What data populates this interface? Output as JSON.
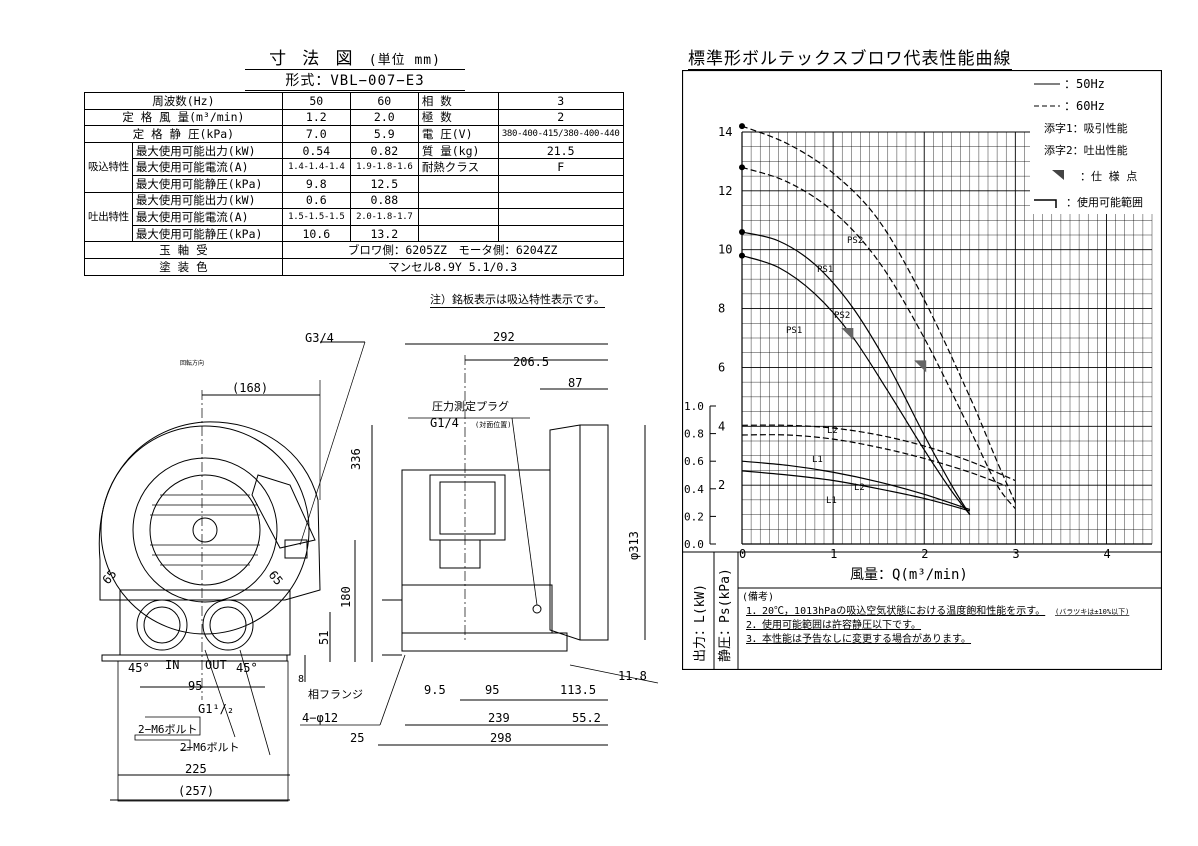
{
  "left": {
    "title": "寸 法 図",
    "title_unit": "(単位 mm)",
    "model": "形式：VBL−007−E3",
    "table": {
      "rows": [
        [
          "周波数(Hz)",
          "50",
          "60",
          "相 数",
          "3"
        ],
        [
          "定 格 風 量(m³/min)",
          "1.2",
          "2.0",
          "極 数",
          "2"
        ],
        [
          "定 格 静 圧(kPa)",
          "7.0",
          "5.9",
          "電 圧(V)",
          "380-400-415/380-400-440"
        ],
        [
          "最大使用可能出力(kW)",
          "0.54",
          "0.82",
          "質 量(kg)",
          "21.5"
        ],
        [
          "最大使用可能電流(A)",
          "1.4-1.4-1.4",
          "1.9-1.8-1.6",
          "耐熱クラス",
          "F"
        ],
        [
          "最大使用可能静圧(kPa)",
          "9.8",
          "12.5",
          "",
          ""
        ],
        [
          "最大使用可能出力(kW)",
          "0.6",
          "0.88",
          "",
          ""
        ],
        [
          "最大使用可能電流(A)",
          "1.5-1.5-1.5",
          "2.0-1.8-1.7",
          "",
          ""
        ],
        [
          "最大使用可能静圧(kPa)",
          "10.6",
          "13.2",
          "",
          ""
        ]
      ],
      "group1": "吸込特性",
      "group2": "吐出特性",
      "bearing_label": "玉 軸 受",
      "bearing_value": "ブロワ側：6205ZZ　モータ側：6204ZZ",
      "paint_label": "塗 装 色",
      "paint_value": "マンセル8.9Y 5.1/0.3"
    },
    "note": "注）銘板表示は吸込特性表示です。",
    "dims": {
      "g34": "G3/4",
      "rot": "回転方向",
      "d168": "(168)",
      "d336": "336",
      "d180": "180",
      "d51": "51",
      "d65a": "65",
      "d65b": "65",
      "a45a": "45°",
      "a45b": "45°",
      "in": "IN",
      "out": "OUT",
      "d95a": "95",
      "g12": "G1¹/₂",
      "m6a": "2−M6ボルト",
      "m6b": "2−M6ボルト",
      "d225": "225",
      "d257": "(257)",
      "d8": "8",
      "d292": "292",
      "d2065": "206.5",
      "d87": "87",
      "plug1": "圧力測定プラグ",
      "plug2": "G1/4",
      "plug3": "(対面位置)",
      "d313": "φ313",
      "d118": "11.8",
      "flange": "相フランジ",
      "d95b": "9.5",
      "d95c": "95",
      "d1135": "113.5",
      "d4phi12": "4−φ12",
      "d239": "239",
      "d552": "55.2",
      "d25": "25",
      "d298": "298"
    }
  },
  "right": {
    "title": "標準形ボルテックスブロワ代表性能曲線",
    "legend": {
      "hz50": "：50Hz",
      "hz60": "：60Hz",
      "sub1": "添字1：吸引性能",
      "sub2": "添字2：吐出性能",
      "spec": "：仕 様 点",
      "range": "：使用可能範囲"
    },
    "ylabel_l": "出力：L(kW)",
    "ylabel_ps": "静圧：Ps(kPa)",
    "xlabel": "風量：Q(m³/min)",
    "curve_labels": {
      "ps2_60": "PS2",
      "ps1_60": "PS1",
      "ps2_50": "PS2",
      "ps1_50": "PS1",
      "l2_60": "L2",
      "l1_60": "L1",
      "l2_50": "L2",
      "l1_50": "L1"
    },
    "remarks": {
      "head": "(備考)",
      "r1": "1．20℃，1013hPaの吸込空気状態における温度飽和性能を示す。",
      "r1b": "(バラツキは±10%以下)",
      "r2": "2．使用可能範囲は許容静圧以下です。",
      "r3": "3．本性能は予告なしに変更する場合があります。"
    }
  },
  "chart_data": {
    "type": "line",
    "title": "標準形ボルテックスブロワ代表性能曲線",
    "xlabel": "風量：Q(m³/min)",
    "ylabel": "静圧：Ps(kPa) / 出力：L(kW)",
    "xlim": [
      0,
      4.5
    ],
    "ylim_ps": [
      0,
      14
    ],
    "ylim_l": [
      0,
      1.0
    ],
    "x_ticks": [
      0,
      1,
      2,
      3,
      4
    ],
    "ps_ticks": [
      2,
      4,
      6,
      8,
      10,
      12,
      14
    ],
    "l_ticks": [
      0,
      0.2,
      0.4,
      0.6,
      0.8,
      1.0
    ],
    "series": [
      {
        "name": "PS2",
        "hz": "60Hz",
        "axis": "ps",
        "style": "dashed",
        "x": [
          0,
          0.5,
          1.0,
          1.5,
          2.0,
          2.5,
          2.8,
          3.0
        ],
        "y": [
          14.2,
          13.6,
          12.6,
          11.0,
          8.3,
          5.0,
          2.8,
          1.4
        ]
      },
      {
        "name": "PS1",
        "hz": "60Hz",
        "axis": "ps",
        "style": "dashed",
        "x": [
          0,
          0.5,
          1.0,
          1.5,
          2.0,
          2.5,
          2.8,
          3.0
        ],
        "y": [
          12.8,
          12.3,
          11.3,
          9.6,
          7.0,
          3.9,
          2.0,
          1.2
        ]
      },
      {
        "name": "PS2",
        "hz": "50Hz",
        "axis": "ps",
        "style": "solid",
        "x": [
          0,
          0.4,
          0.8,
          1.2,
          1.6,
          2.0,
          2.3,
          2.5
        ],
        "y": [
          10.6,
          10.3,
          9.5,
          8.1,
          6.1,
          3.7,
          2.0,
          1.0
        ]
      },
      {
        "name": "PS1",
        "hz": "50Hz",
        "axis": "ps",
        "style": "solid",
        "x": [
          0,
          0.4,
          0.8,
          1.2,
          1.6,
          2.0,
          2.3,
          2.5
        ],
        "y": [
          9.8,
          9.4,
          8.5,
          7.1,
          5.2,
          3.2,
          1.8,
          1.0
        ]
      },
      {
        "name": "L2",
        "hz": "60Hz",
        "axis": "l",
        "style": "dashed",
        "x": [
          0,
          0.5,
          1.0,
          1.5,
          2.0,
          2.5,
          3.0
        ],
        "y": [
          0.86,
          0.86,
          0.84,
          0.79,
          0.71,
          0.6,
          0.46
        ]
      },
      {
        "name": "L1",
        "hz": "60Hz",
        "axis": "l",
        "style": "dashed",
        "x": [
          0,
          0.5,
          1.0,
          1.5,
          2.0,
          2.5,
          2.9
        ],
        "y": [
          0.79,
          0.79,
          0.76,
          0.7,
          0.62,
          0.52,
          0.42
        ]
      },
      {
        "name": "L2",
        "hz": "50Hz",
        "axis": "l",
        "style": "solid",
        "x": [
          0,
          0.5,
          1.0,
          1.5,
          2.0,
          2.5
        ],
        "y": [
          0.6,
          0.57,
          0.52,
          0.45,
          0.36,
          0.25
        ]
      },
      {
        "name": "L1",
        "hz": "50Hz",
        "axis": "l",
        "style": "solid",
        "x": [
          0,
          0.5,
          1.0,
          1.5,
          2.0,
          2.5
        ],
        "y": [
          0.53,
          0.5,
          0.46,
          0.4,
          0.33,
          0.24
        ]
      }
    ],
    "spec_points": [
      {
        "hz": "50Hz",
        "x": 1.2,
        "y": 7.0
      },
      {
        "hz": "60Hz",
        "x": 2.0,
        "y": 5.9
      }
    ],
    "grid": true,
    "legend_position": "top-right"
  }
}
